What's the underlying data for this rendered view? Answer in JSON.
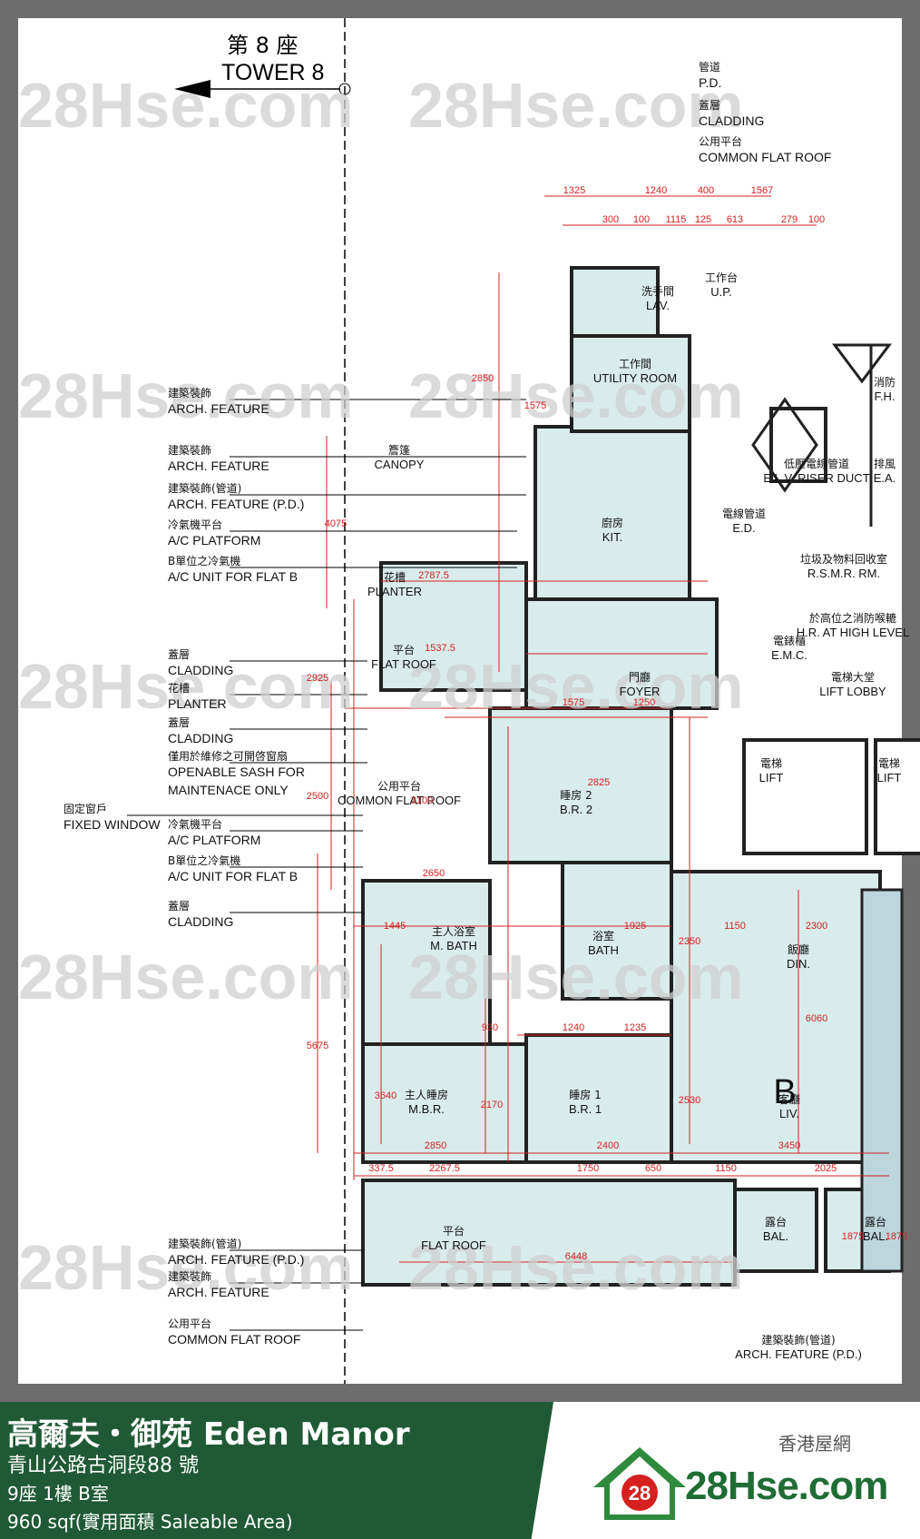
{
  "plan": {
    "tower": {
      "cn": "第 8 座",
      "en": "TOWER 8"
    },
    "watermark": "28Hse.com",
    "unit_letter": "B",
    "left_labels": [
      {
        "cn": "建築裝飾",
        "en": "ARCH. FEATURE"
      },
      {
        "cn": "建築裝飾",
        "en": "ARCH. FEATURE"
      },
      {
        "cn": "建築裝飾(管道)",
        "en": "ARCH. FEATURE (P.D.)"
      },
      {
        "cn": "冷氣機平台",
        "en": "A/C PLATFORM"
      },
      {
        "cn": "B單位之冷氣機",
        "en": "A/C UNIT  FOR FLAT B"
      },
      {
        "cn": "蓋層",
        "en": "CLADDING"
      },
      {
        "cn": "花槽",
        "en": "PLANTER"
      },
      {
        "cn": "蓋層",
        "en": "CLADDING"
      },
      {
        "cn": "僅用於維修之可開啓窗扇",
        "en": "OPENABLE SASH FOR"
      },
      {
        "cn": "",
        "en": "MAINTENACE ONLY"
      },
      {
        "cn": "固定窗戶",
        "en": "FIXED WINDOW"
      },
      {
        "cn": "冷氣機平台",
        "en": "A/C PLATFORM"
      },
      {
        "cn": "B單位之冷氣機",
        "en": "A/C UNIT  FOR FLAT B"
      },
      {
        "cn": "蓋層",
        "en": "CLADDING"
      },
      {
        "cn": "建築裝飾(管道)",
        "en": "ARCH. FEATURE (P.D.)"
      },
      {
        "cn": "建築裝飾",
        "en": "ARCH. FEATURE"
      },
      {
        "cn": "公用平台",
        "en": "COMMON FLAT ROOF"
      }
    ],
    "top_right_labels": [
      {
        "cn": "管道",
        "en": "P.D."
      },
      {
        "cn": "蓋層",
        "en": "CLADDING"
      },
      {
        "cn": "公用平台",
        "en": "COMMON FLAT ROOF"
      }
    ],
    "rooms": [
      {
        "cn": "簷篷",
        "en": "CANOPY"
      },
      {
        "cn": "花槽",
        "en": "PLANTER"
      },
      {
        "cn": "平台",
        "en": "FLAT ROOF"
      },
      {
        "cn": "廚房",
        "en": "KIT."
      },
      {
        "cn": "工作間",
        "en": "UTILITY ROOM"
      },
      {
        "cn": "洗手間",
        "en": "LAV."
      },
      {
        "cn": "工作台",
        "en": "U.P."
      },
      {
        "cn": "門廳",
        "en": "FOYER"
      },
      {
        "cn": "睡房 2",
        "en": "B.R. 2"
      },
      {
        "cn": "公用平台",
        "en": "COMMON FLAT ROOF"
      },
      {
        "cn": "主人浴室",
        "en": "M. BATH"
      },
      {
        "cn": "浴室",
        "en": "BATH"
      },
      {
        "cn": "飯廳",
        "en": "DIN."
      },
      {
        "cn": "主人睡房",
        "en": "M.B.R."
      },
      {
        "cn": "睡房 1",
        "en": "B.R. 1"
      },
      {
        "cn": "客廳",
        "en": "LIV."
      },
      {
        "cn": "平台",
        "en": "FLAT ROOF"
      },
      {
        "cn": "露台",
        "en": "BAL."
      },
      {
        "cn": "露台",
        "en": "BAL."
      },
      {
        "cn": "電梯",
        "en": "LIFT"
      },
      {
        "cn": "電梯",
        "en": "LIFT"
      },
      {
        "cn": "電梯大堂",
        "en": "LIFT LOBBY"
      },
      {
        "cn": "電錶櫃",
        "en": "E.M.C."
      },
      {
        "cn": "電線管道",
        "en": "E.D."
      },
      {
        "cn": "垃圾及物料回收室",
        "en": "R.S.M.R. RM."
      },
      {
        "cn": "於高位之消防喉轆",
        "en": "H.R. AT HIGH LEVEL"
      },
      {
        "cn": "低壓電線管道",
        "en": "E.L.V. RISER DUCT"
      },
      {
        "cn": "消防",
        "en": "F.H."
      },
      {
        "cn": "排風",
        "en": "E.A."
      },
      {
        "cn": "建築裝飾(管道)",
        "en": "ARCH. FEATURE (P.D.)"
      }
    ],
    "dims_top": [
      "1325",
      "1240",
      "400",
      "1567",
      "300",
      "100",
      "1115",
      "125",
      "613",
      "279",
      "100"
    ],
    "dims_misc": [
      "2787.5",
      "1537.5",
      "1575",
      "1250",
      "2825",
      "3100",
      "2650",
      "1445",
      "1925",
      "1150",
      "2300",
      "1240",
      "1235",
      "2850",
      "2400",
      "3450",
      "337.5",
      "2267.5",
      "1750",
      "650",
      "1150",
      "2025",
      "6448",
      "1875",
      "1875",
      "5675",
      "3640",
      "2500",
      "2925",
      "4075",
      "2850",
      "1575",
      "6060",
      "930",
      "2350",
      "2170",
      "2530"
    ]
  },
  "footer": {
    "name": "高爾夫・御苑 Eden Manor",
    "address": "青山公路古洞段88 號",
    "unit": "9座 1樓 B室",
    "area": "960 sqf(實用面積 Saleable Area)",
    "brand_cn": "香港屋網",
    "brand_name": "28Hse.com",
    "logo_number": "28"
  },
  "colors": {
    "frame": "#6d6d6d",
    "footer_green": "#1f5a34",
    "room_fill": "#d9ecec",
    "dimension_red": "#d62020",
    "brand_green": "#1f6d34"
  }
}
